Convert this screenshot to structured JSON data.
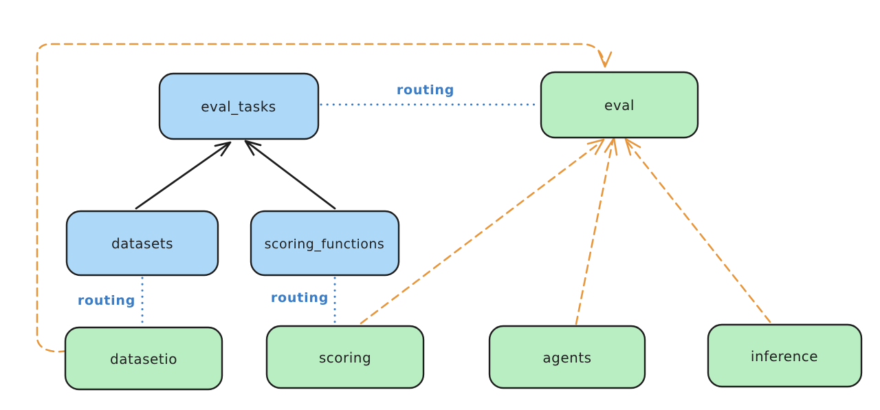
{
  "diagram": {
    "kind": "architecture-graph",
    "nodes": [
      {
        "id": "eval_tasks",
        "label": "eval_tasks",
        "fill": "blue"
      },
      {
        "id": "eval",
        "label": "eval",
        "fill": "green"
      },
      {
        "id": "datasets",
        "label": "datasets",
        "fill": "blue"
      },
      {
        "id": "scoring_functions",
        "label": "scoring_functions",
        "fill": "blue"
      },
      {
        "id": "datasetio",
        "label": "datasetio",
        "fill": "green"
      },
      {
        "id": "scoring",
        "label": "scoring",
        "fill": "green"
      },
      {
        "id": "agents",
        "label": "agents",
        "fill": "green"
      },
      {
        "id": "inference",
        "label": "inference",
        "fill": "green"
      }
    ],
    "edges": [
      {
        "from": "datasets",
        "to": "eval_tasks",
        "style": "solid-black-arrow",
        "label": ""
      },
      {
        "from": "scoring_functions",
        "to": "eval_tasks",
        "style": "solid-black-arrow",
        "label": ""
      },
      {
        "from": "eval_tasks",
        "to": "eval",
        "style": "dotted-blue",
        "label": "routing"
      },
      {
        "from": "datasets",
        "to": "datasetio",
        "style": "dotted-blue",
        "label": "routing"
      },
      {
        "from": "scoring_functions",
        "to": "scoring",
        "style": "dotted-blue",
        "label": "routing"
      },
      {
        "from": "datasetio",
        "to": "eval",
        "style": "dashed-orange-arrow",
        "label": ""
      },
      {
        "from": "scoring",
        "to": "eval",
        "style": "dashed-orange-arrow",
        "label": ""
      },
      {
        "from": "agents",
        "to": "eval",
        "style": "dashed-orange-arrow",
        "label": ""
      },
      {
        "from": "inference",
        "to": "eval",
        "style": "dashed-orange-arrow",
        "label": ""
      }
    ],
    "colors": {
      "background": "#ffffff",
      "node_stroke": "#1e1e1e",
      "blue_fill": "#aed8f7",
      "green_fill": "#b9eec2",
      "routing_blue": "#3b7cc6",
      "orange": "#e8963c"
    }
  }
}
